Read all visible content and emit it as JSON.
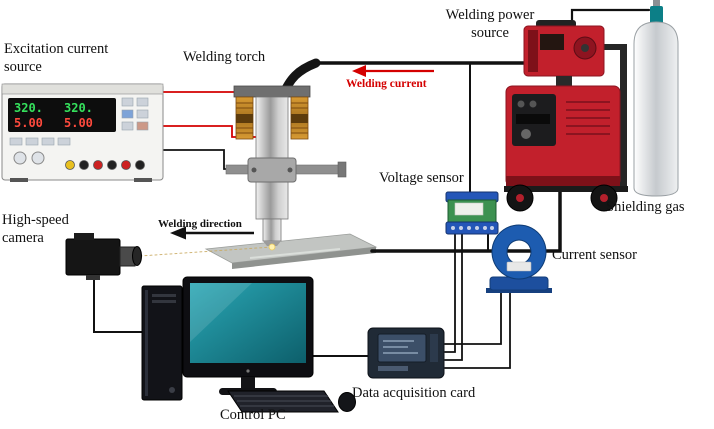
{
  "figure": {
    "labels": {
      "excitation_source": "Excitation current source",
      "welding_torch": "Welding torch",
      "welding_power_source": "Welding power source",
      "welding_current": "Welding current",
      "shielding_gas": "Shielding gas",
      "voltage_sensor": "Voltage sensor",
      "current_sensor": "Current sensor",
      "high_speed_camera": "High-speed camera",
      "welding_direction": "Welding direction",
      "control_pc": "Control PC",
      "data_acquisition_card": "Data acquisition card"
    },
    "power_supply_display": {
      "voltage_left": "320.",
      "voltage_right": "320.",
      "current_left": "5.00",
      "current_right": "5.00"
    },
    "colors": {
      "machine_red": "#c2202c",
      "machine_dark_red": "#7e1119",
      "sensor_blue": "#1d5cb0",
      "terminal_blue": "#2456b8",
      "sensor_green": "#3c9150",
      "screen_teal_light": "#2aa7b5",
      "screen_teal_dark": "#0d5f6b",
      "wire_black": "#111111",
      "wire_red": "#d40000",
      "display_green": "#35e15c",
      "display_red": "#ff4a3d",
      "valve_teal": "#0c7f87"
    }
  }
}
